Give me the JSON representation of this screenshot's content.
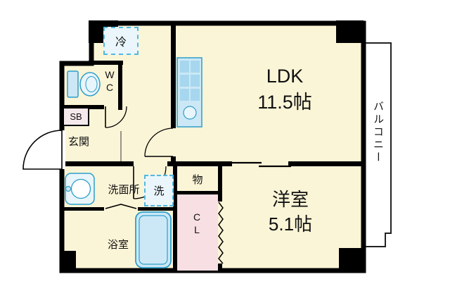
{
  "floorplan": {
    "rooms": {
      "ldk": {
        "name": "LDK",
        "size": "11.5帖"
      },
      "western": {
        "name": "洋室",
        "size": "5.1帖"
      },
      "balcony": {
        "label": "バルコニー"
      },
      "entrance": {
        "label": "玄関"
      },
      "toilet": {
        "label": "WC"
      },
      "shoebox": {
        "label": "SB"
      },
      "washroom": {
        "label": "洗面所"
      },
      "washer": {
        "label": "洗"
      },
      "fridge": {
        "label": "冷"
      },
      "bathroom": {
        "label": "浴室"
      },
      "storage": {
        "label": "物"
      },
      "closet": {
        "label": "CL"
      }
    },
    "colors": {
      "floor": "#FBF5D7",
      "wall": "#000000",
      "fixture_fill": "#CCE8F6",
      "fixture_stroke": "#2E9EC9",
      "closet_pink": "#F7DFE3",
      "dashed_blue": "#52B8DF"
    }
  }
}
